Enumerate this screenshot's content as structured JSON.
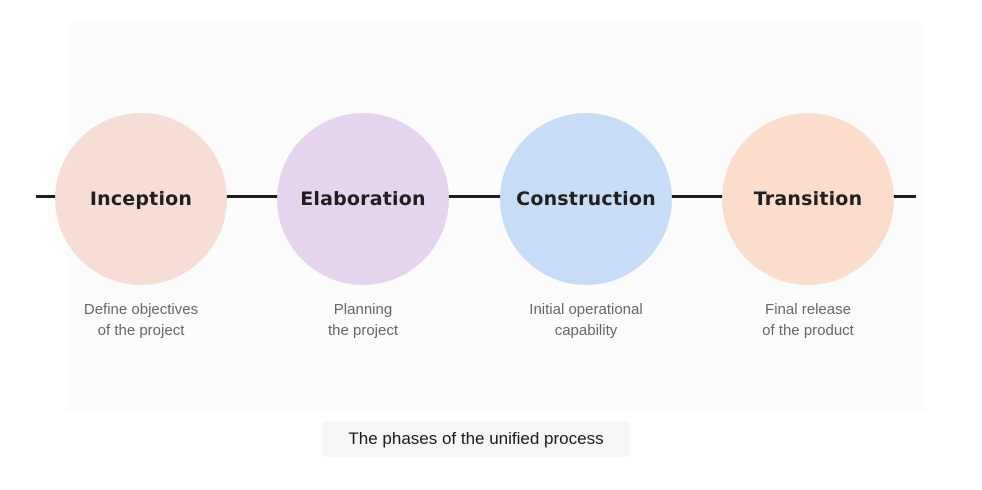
{
  "diagram": {
    "phases": [
      {
        "name": "Inception",
        "color": "#f6ddd6",
        "desc_lines": [
          "Define objectives",
          "of the project"
        ]
      },
      {
        "name": "Elaboration",
        "color": "#e6d3ee",
        "desc_lines": [
          "Planning",
          "the project"
        ]
      },
      {
        "name": "Construction",
        "color": "#c7dcf6",
        "desc_lines": [
          "Initial operational",
          "capability"
        ]
      },
      {
        "name": "Transition",
        "color": "#fcdccb",
        "desc_lines": [
          "Final release",
          "of the product"
        ]
      }
    ],
    "line_color": "#1e1e1e"
  },
  "caption": "The phases of the unified process"
}
